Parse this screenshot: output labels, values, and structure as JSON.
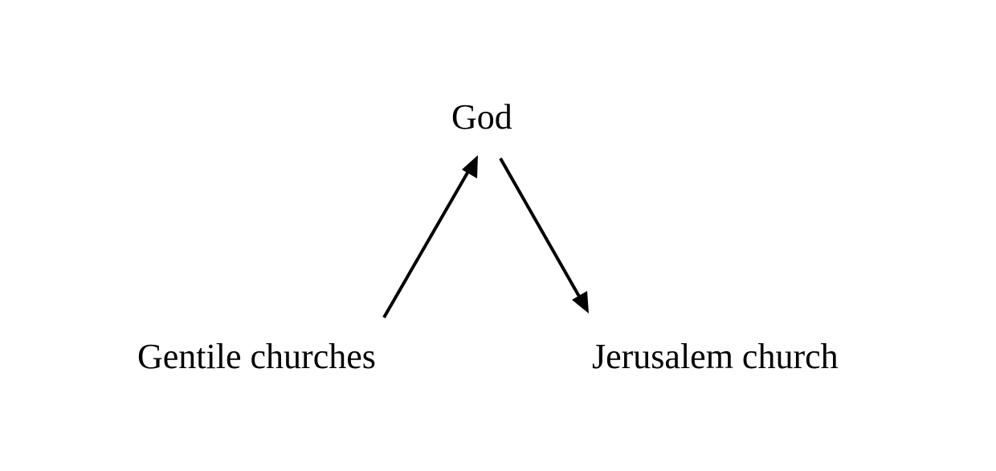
{
  "diagram": {
    "nodes": [
      {
        "id": "god",
        "label": "God"
      },
      {
        "id": "gentile",
        "label": "Gentile churches"
      },
      {
        "id": "jerusalem",
        "label": "Jerusalem church"
      }
    ],
    "edges": [
      {
        "from": "gentile",
        "to": "god"
      },
      {
        "from": "god",
        "to": "jerusalem"
      }
    ],
    "colors": {
      "text": "#000000",
      "arrow": "#000000",
      "background": "#ffffff"
    }
  }
}
